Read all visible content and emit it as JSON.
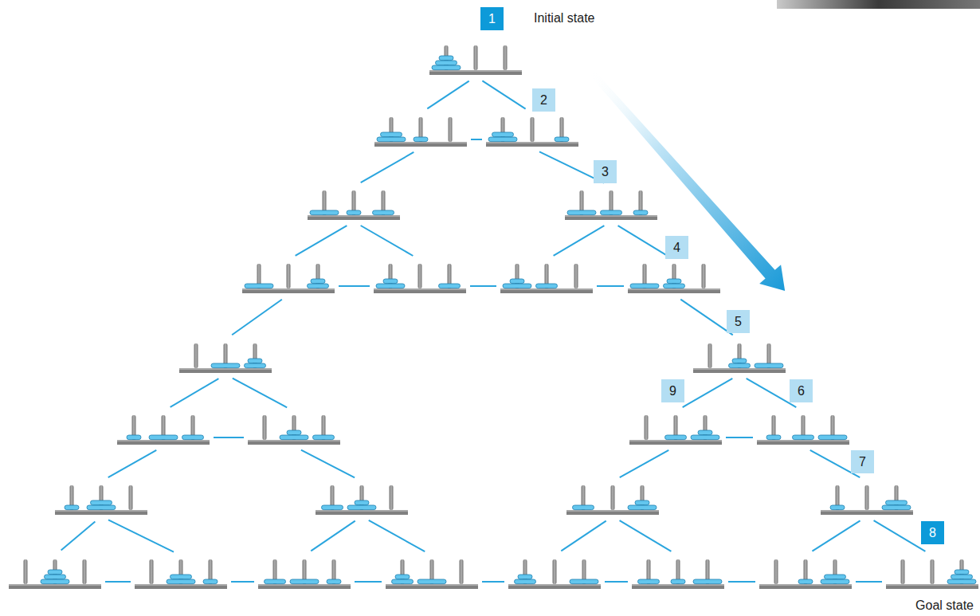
{
  "diagram": {
    "labels": [
      "1",
      "Initial state",
      "2",
      "3",
      "4",
      "5",
      "9",
      "6",
      "7",
      "8",
      "Goal state"
    ]
  }
}
